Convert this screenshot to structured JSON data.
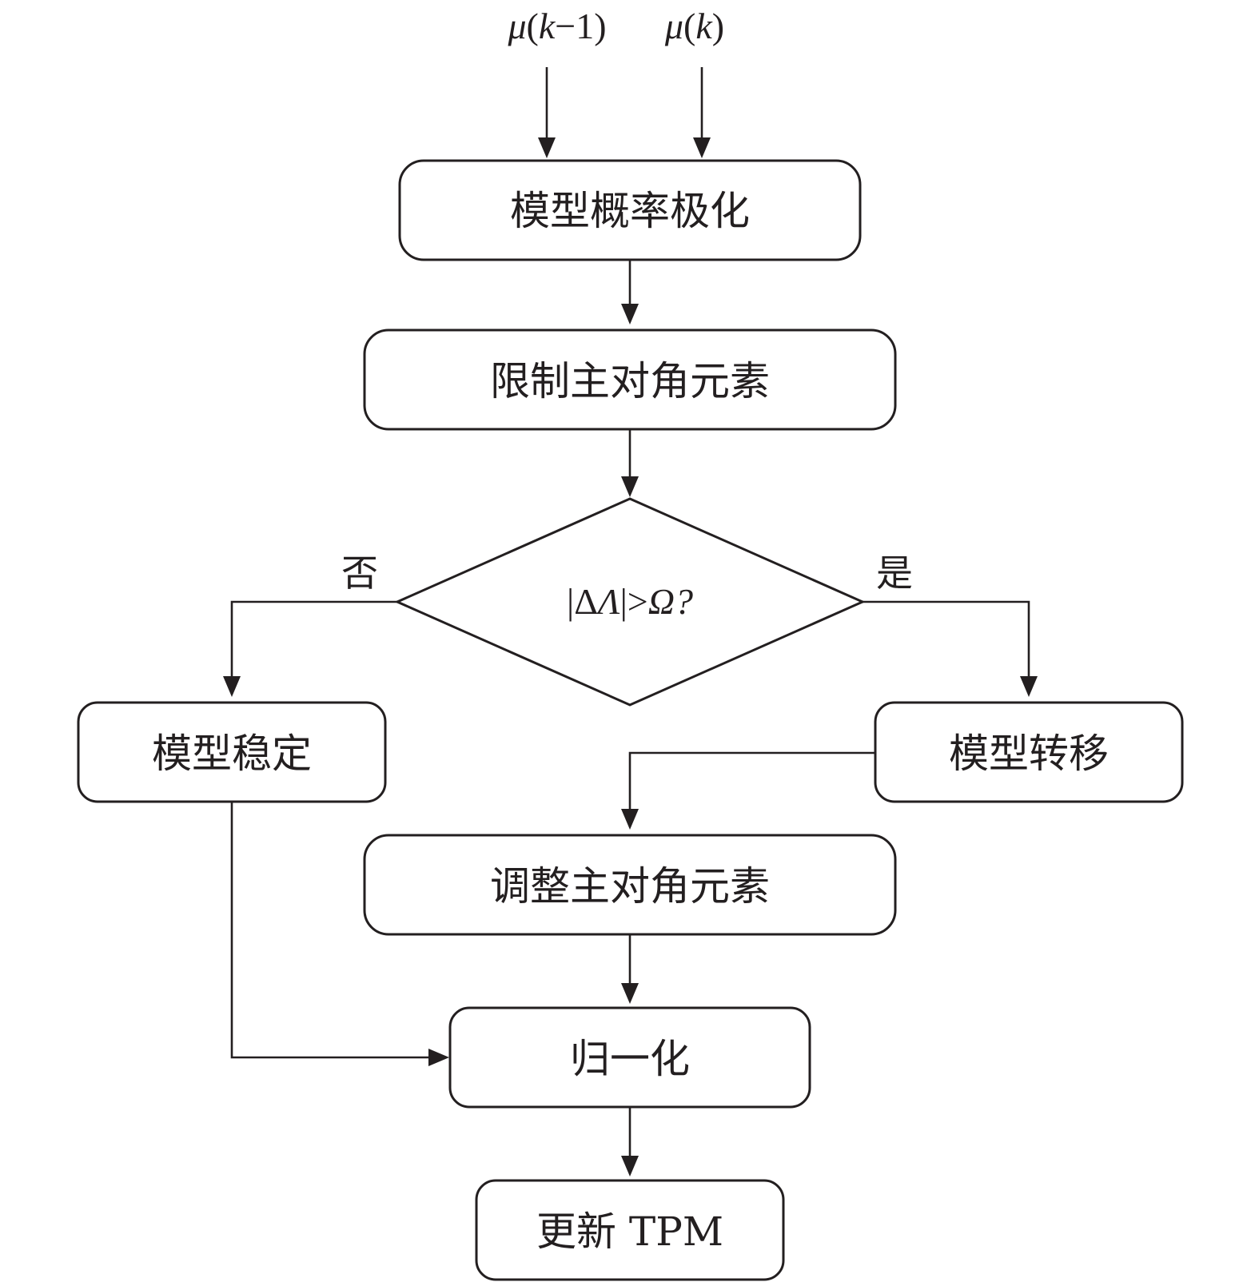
{
  "inputs": {
    "left": {
      "mu": "μ",
      "open": "(",
      "k": "k",
      "rest": "−1)"
    },
    "right": {
      "mu": "μ",
      "open": "(",
      "k": "k",
      "close": ")"
    }
  },
  "nodes": {
    "polarize": "模型概率极化",
    "limit_diag": "限制主对角元素",
    "decision": {
      "bar_open": "|",
      "delta": "Δ",
      "lambda": "Λ",
      "bar_close": "|",
      "gt": ">",
      "omega": "Ω",
      "q": "?"
    },
    "stable": "模型稳定",
    "transfer": "模型转移",
    "adjust_diag": "调整主对角元素",
    "normalize": "归一化",
    "update_tpm": "更新 TPM"
  },
  "branches": {
    "no": "否",
    "yes": "是"
  }
}
